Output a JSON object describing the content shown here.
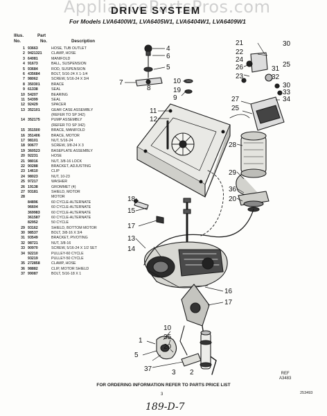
{
  "watermark": "AppliancePartsPros.com",
  "title": "DRIVE SYSTEM",
  "models": "For Models LVA6400W1, LVA6405W1, LVA6404W1, LVA6409W1",
  "headers": {
    "illus": "Illus.",
    "part": "Part",
    "no": "No.",
    "no2": "No.",
    "description": "Description"
  },
  "parts": [
    {
      "n": "1",
      "p": "93663",
      "d": "Hose, tub outlet"
    },
    {
      "n": "2",
      "p": "9421321",
      "d": "Clamp, hose"
    },
    {
      "n": "3",
      "p": "64081",
      "d": "Manifold"
    },
    {
      "n": "4",
      "p": "91673",
      "d": "Ball, suspension"
    },
    {
      "n": "5",
      "p": "93684",
      "d": "Rod, suspension"
    },
    {
      "n": "6",
      "p": "435684",
      "d": "Bolt, 5/16-24 x 1-1/4"
    },
    {
      "n": "7",
      "p": "98062",
      "d": "Screw, 5/16-24 x 3/4"
    },
    {
      "n": "8",
      "p": "350301",
      "d": "Brace"
    },
    {
      "n": "9",
      "p": "61338",
      "d": "Seal"
    },
    {
      "n": "10",
      "p": "54207",
      "d": "Bearing"
    },
    {
      "n": "11",
      "p": "54399",
      "d": "Seal"
    },
    {
      "n": "12",
      "p": "92429",
      "d": "Spacer"
    },
    {
      "n": "13",
      "p": "352101",
      "d": "Gear case assembly"
    },
    {
      "n": "",
      "p": "",
      "d": "(Refer to SP 342)"
    },
    {
      "n": "14",
      "p": "352175",
      "d": "Pump assembly"
    },
    {
      "n": "",
      "p": "",
      "d": "(Refer to SP 342)"
    },
    {
      "n": "15",
      "p": "351500",
      "d": "Brace, manifold"
    },
    {
      "n": "16",
      "p": "351406",
      "d": "Brace, motor"
    },
    {
      "n": "17",
      "p": "98101",
      "d": "Nut, 5/16-24"
    },
    {
      "n": "18",
      "p": "90677",
      "d": "Screw, 3/8-24 x 3"
    },
    {
      "n": "19",
      "p": "360523",
      "d": "Baseplate assembly"
    },
    {
      "n": "20",
      "p": "92231",
      "d": "Hose"
    },
    {
      "n": "21",
      "p": "98016",
      "d": "Nut, 3/8-16 lock"
    },
    {
      "n": "22",
      "p": "90288",
      "d": "Bracket, adjusting"
    },
    {
      "n": "23",
      "p": "14610",
      "d": "Clip"
    },
    {
      "n": "24",
      "p": "98023",
      "d": "Nut, 10-23"
    },
    {
      "n": "25",
      "p": "97217",
      "d": "Washer"
    },
    {
      "n": "26",
      "p": "19138",
      "d": "Grommet (4)"
    },
    {
      "n": "27",
      "p": "93181",
      "d": "Shield, motor"
    },
    {
      "n": "28",
      "p": "",
      "d": "Motor"
    },
    {
      "n": "",
      "p": "84896",
      "d": "60 cycle-alternate"
    },
    {
      "n": "",
      "p": "96604",
      "d": "60 cycle-alternate"
    },
    {
      "n": "",
      "p": "369983",
      "d": "60 cycle-alternate"
    },
    {
      "n": "",
      "p": "361587",
      "d": "60 cycle-alternate"
    },
    {
      "n": "",
      "p": "82952",
      "d": "50 cycle"
    },
    {
      "n": "29",
      "p": "93162",
      "d": "Shield, bottom motor"
    },
    {
      "n": "30",
      "p": "98537",
      "d": "Bolt, 3/8-16 x 3/4"
    },
    {
      "n": "31",
      "p": "93549",
      "d": "Bracket, pivoting"
    },
    {
      "n": "32",
      "p": "98721",
      "d": "Nut, 3/8-16"
    },
    {
      "n": "33",
      "p": "90970",
      "d": "Screw, 5/16-24 x 1/2 set"
    },
    {
      "n": "34",
      "p": "92210",
      "d": "Pulley-60 cycle"
    },
    {
      "n": "",
      "p": "93219",
      "d": "Pulley-50 cycle"
    },
    {
      "n": "35",
      "p": "272858",
      "d": "Clamp, hose"
    },
    {
      "n": "36",
      "p": "98882",
      "d": "Clip, motor shield"
    },
    {
      "n": "37",
      "p": "99087",
      "d": "Bolt, 5/16-18 x 1"
    }
  ],
  "callouts": [
    "1",
    "2",
    "3",
    "4",
    "5",
    "6",
    "7",
    "8",
    "9",
    "10",
    "11",
    "12",
    "13",
    "14",
    "15",
    "16",
    "17",
    "18",
    "19",
    "20",
    "21",
    "22",
    "23",
    "24",
    "25",
    "26",
    "27",
    "28",
    "29",
    "30",
    "31",
    "32",
    "33",
    "34",
    "35",
    "36",
    "37"
  ],
  "figure_label": "A3483",
  "figure_label_prefix": "REF",
  "footer": "FOR ORDERING INFORMATION REFER TO PARTS PRICE LIST",
  "page_number": "3",
  "figure_number": "253493",
  "handwritten": "189-D-7"
}
